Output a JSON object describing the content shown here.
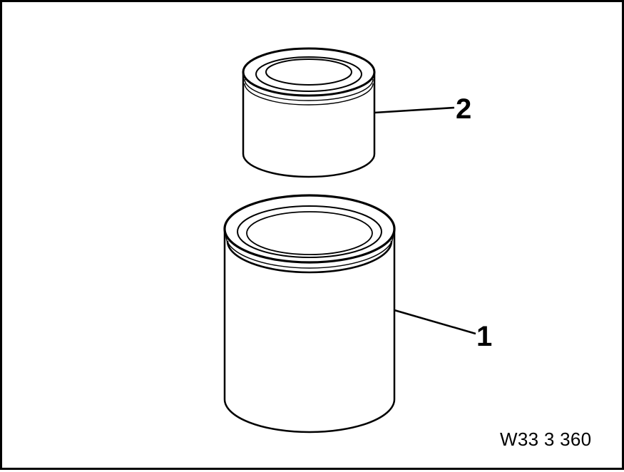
{
  "callouts": {
    "part_1": "1",
    "part_2": "2"
  },
  "figure_code": "W33 3 360"
}
